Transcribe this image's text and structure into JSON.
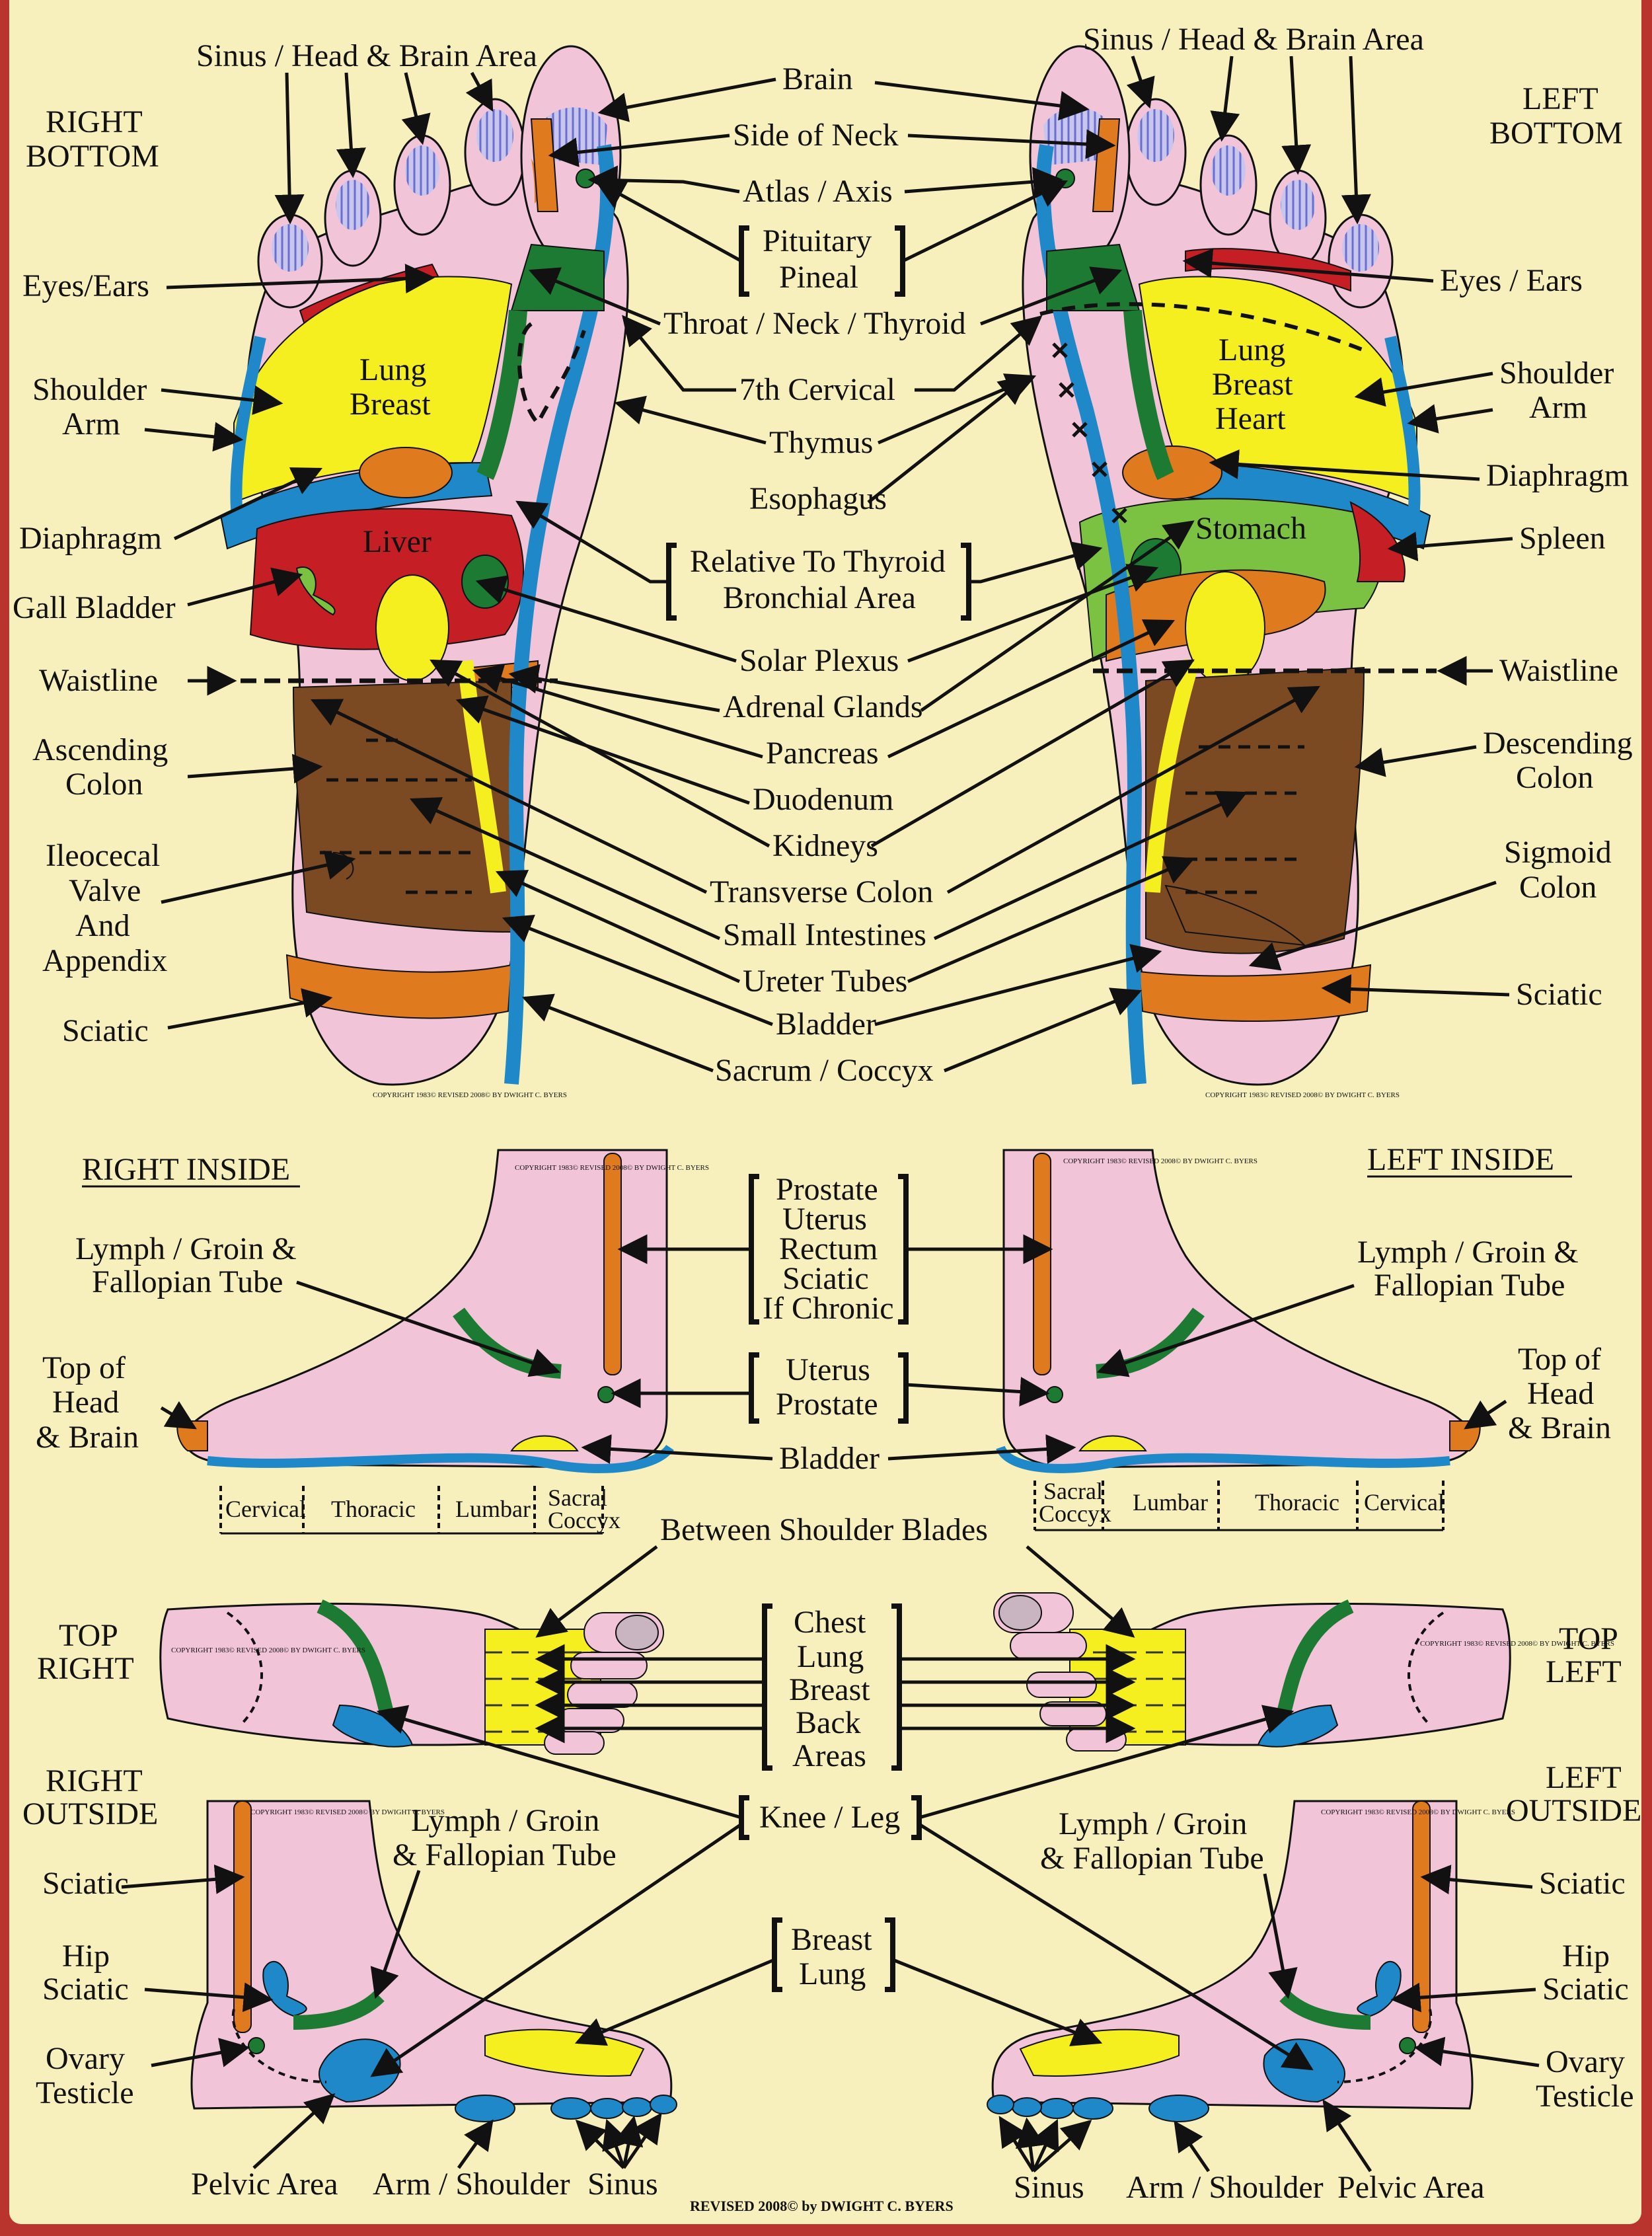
{
  "colors": {
    "background": "#f7f0bc",
    "border": "#b8342c",
    "skin": "#f2c4d8",
    "yellow": "#f5ef1f",
    "blue": "#1e88c8",
    "green": "#1c7a32",
    "lime": "#7cc242",
    "red": "#c61e25",
    "orange": "#e07a1f",
    "brown": "#7b4a22"
  },
  "icons": [
    "arrow-icon",
    "bracket-icon"
  ],
  "sections": {
    "right_bottom": "RIGHT BOTTOM",
    "left_bottom": "LEFT BOTTOM",
    "right_inside": "RIGHT INSIDE",
    "left_inside": "LEFT INSIDE",
    "top_right": "TOP RIGHT",
    "top_left": "TOP LEFT",
    "right_outside": "RIGHT OUTSIDE",
    "left_outside": "LEFT OUTSIDE"
  },
  "center_labels": {
    "brain": "Brain",
    "side_of_neck": "Side of Neck",
    "atlas_axis": "Atlas / Axis",
    "pituitary_pineal": "Pituitary Pineal",
    "throat": "Throat / Neck / Thyroid",
    "cervical7": "7th Cervical",
    "thymus": "Thymus",
    "esophagus": "Esophagus",
    "relative_thyroid": "Relative To Thyroid Bronchial Area",
    "solar_plexus": "Solar Plexus",
    "adrenal": "Adrenal Glands",
    "pancreas": "Pancreas",
    "duodenum": "Duodenum",
    "kidneys": "Kidneys",
    "transverse_colon": "Transverse Colon",
    "small_intestines": "Small Intestines",
    "ureter_tubes": "Ureter Tubes",
    "bladder": "Bladder",
    "sacrum": "Sacrum / Coccyx"
  },
  "right_bottom_labels": {
    "sinus": "Sinus / Head & Brain Area",
    "eyes_ears": "Eyes/Ears",
    "shoulder_arm": "Shoulder Arm",
    "diaphragm": "Diaphragm",
    "gall_bladder": "Gall Bladder",
    "waistline": "Waistline",
    "ascending_colon": "Ascending Colon",
    "ileocecal": "Ileocecal Valve And Appendix",
    "sciatic": "Sciatic"
  },
  "left_bottom_labels": {
    "sinus": "Sinus / Head & Brain Area",
    "eyes_ears": "Eyes / Ears",
    "shoulder_arm": "Shoulder Arm",
    "diaphragm": "Diaphragm",
    "spleen": "Spleen",
    "waistline": "Waistline",
    "descending_colon": "Descending Colon",
    "sigmoid_colon": "Sigmoid Colon",
    "sciatic": "Sciatic"
  },
  "foot_regions": {
    "lung_breast": "Lung Breast",
    "liver": "Liver",
    "lung_breast_heart": "Lung Breast Heart",
    "stomach": "Stomach"
  },
  "inside_labels": {
    "prostate_group": "Prostate Uterus Rectum Sciatic If Chronic",
    "uterus_prostate": "Uterus Prostate",
    "bladder": "Bladder",
    "lymph": "Lymph / Groin & Fallopian Tube",
    "top_head": "Top of Head & Brain",
    "spine_segments": [
      "Cervical",
      "Thoracic",
      "Lumbar",
      "Sacral Coccyx"
    ]
  },
  "top_labels": {
    "between_shoulder": "Between Shoulder Blades",
    "chest_group": "Chest Lung Breast Back Areas"
  },
  "outside_labels": {
    "knee_leg": "Knee / Leg",
    "lymph": "Lymph / Groin & Fallopian Tube",
    "breast_lung": "Breast Lung",
    "sciatic": "Sciatic",
    "hip_sciatic": "Hip Sciatic",
    "ovary_testicle": "Ovary Testicle",
    "pelvic_area": "Pelvic Area",
    "arm_shoulder": "Arm / Shoulder",
    "sinus": "Sinus"
  },
  "copyright": "COPYRIGHT 1983© REVISED 2008© BY DWIGHT C. BYERS",
  "footer": "REVISED 2008© by DWIGHT C. BYERS"
}
